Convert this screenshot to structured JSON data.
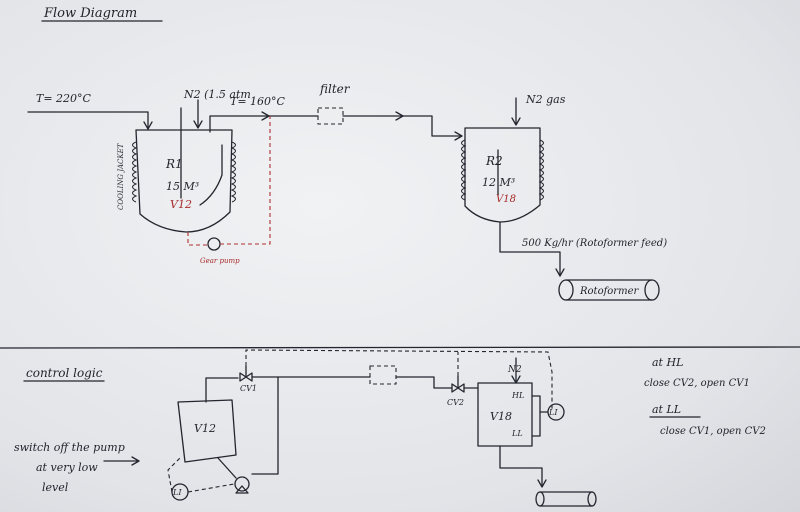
{
  "flow": {
    "title": "Flow Diagram",
    "feed_temp": "T= 220°C",
    "n2_pressure": "N2 (1.5 atm",
    "outlet_temp": "T= 160°C",
    "filter": "filter",
    "cooling_jacket": "COOLING JACKET",
    "r1_label": "R1",
    "r1_volume": "15 M³",
    "r1_vessel": "V12",
    "pump_label": "Gear pump",
    "n2_gas": "N2 gas",
    "r2_label": "R2",
    "r2_volume": "12 M³",
    "r2_vessel": "V18",
    "feed_rate": "500 Kg/hr (Rotoformer feed)",
    "rotoformer": "Rotoformer"
  },
  "control": {
    "title": "control logic",
    "v12": "V12",
    "cv1": "CV1",
    "cv2": "CV2",
    "n2": "N2",
    "v18": "V18",
    "hl": "HL",
    "ll": "LL",
    "li_left": "LI",
    "li_right": "LI",
    "pump_note": [
      "switch off the pump",
      "at very low",
      "level"
    ],
    "at_hl": "at HL",
    "hl_action": "close CV2, open CV1",
    "at_ll": "at LL",
    "ll_action": "close CV1, open CV2"
  }
}
